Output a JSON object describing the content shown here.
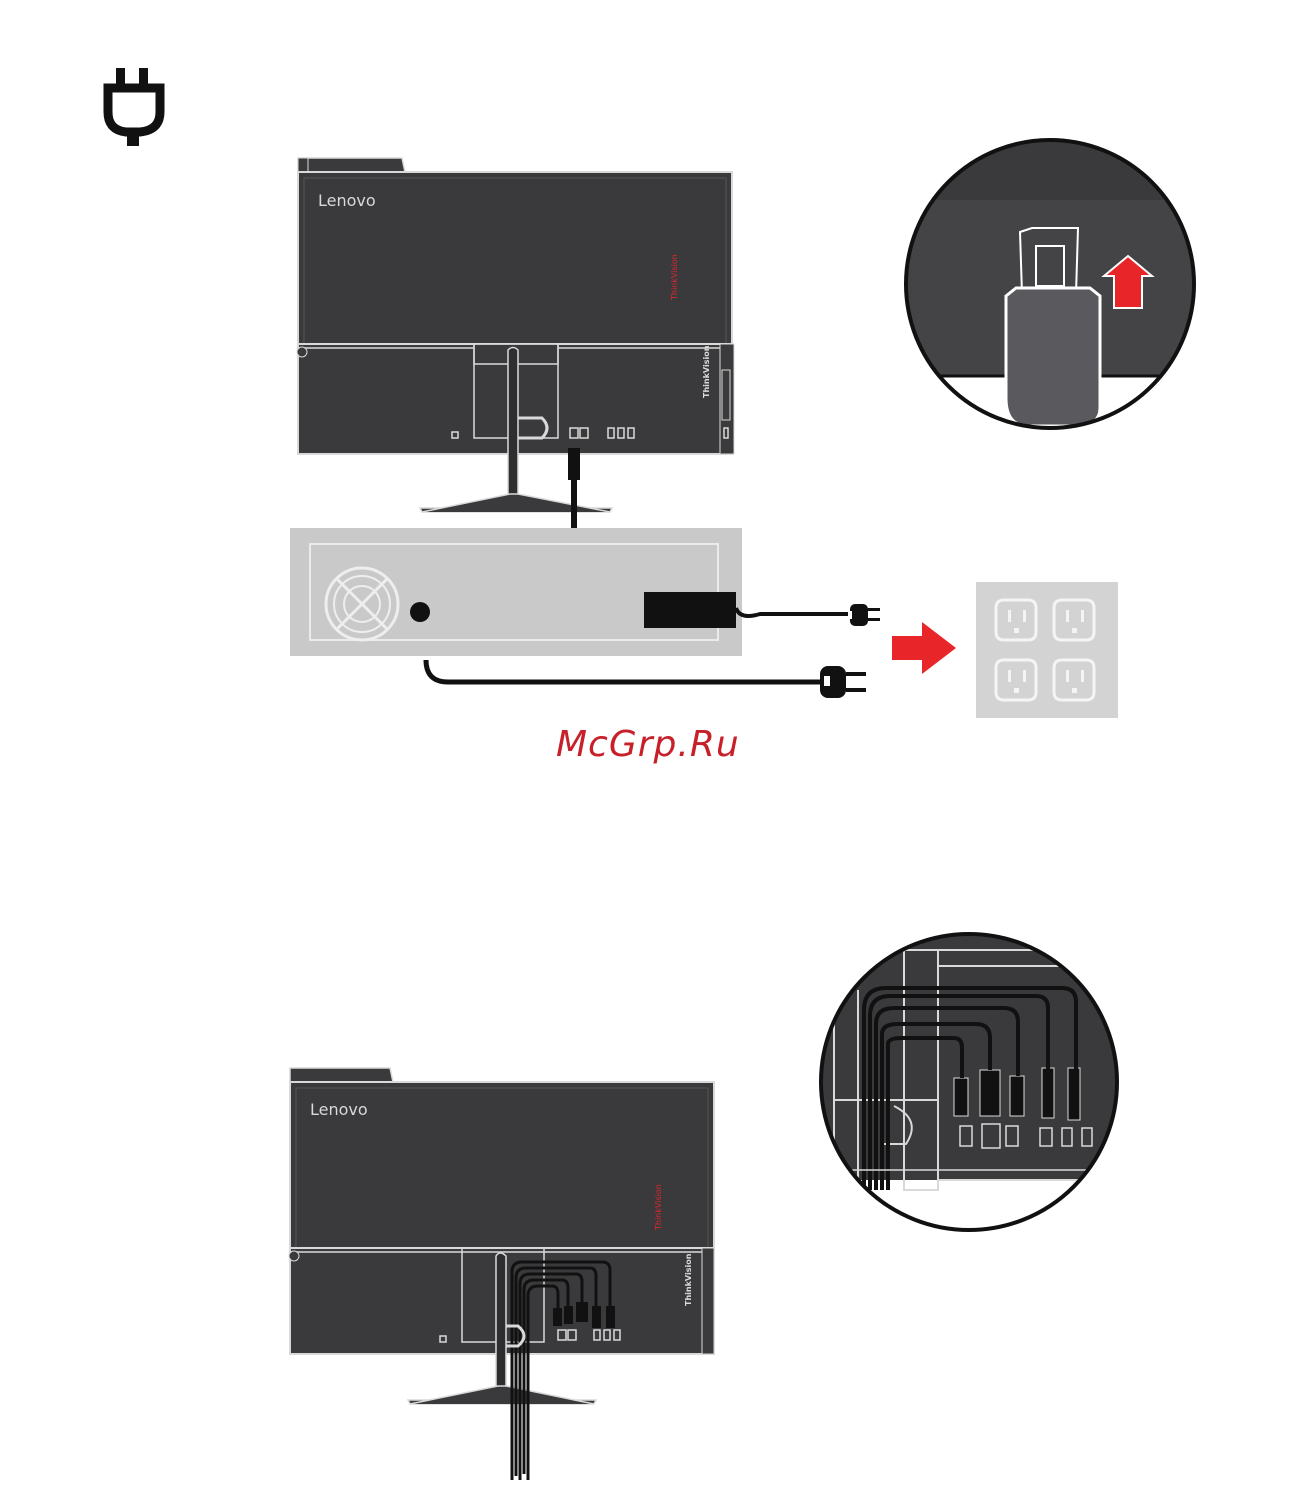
{
  "page": {
    "power_icon": "plug-icon"
  },
  "figure_top": {
    "monitor": {
      "logo_text": "Lenovo",
      "brand_text": "ThinkVision",
      "model_text": "ThinkVision"
    },
    "zoom_inset": {
      "arrow": "up-arrow-icon"
    },
    "outlet_arrow": "right-arrow-icon"
  },
  "watermark": {
    "text": "McGrp.Ru",
    "color": "#c8202a"
  },
  "figure_bottom": {
    "monitor": {
      "logo_text": "Lenovo",
      "brand_text": "ThinkVision",
      "model_text": "ThinkVision"
    }
  },
  "colors": {
    "monitor_body": "#3a3a3d",
    "outline": "#d9d9d9",
    "power_brick": "#c9c9c9",
    "outlet_plate": "#d3d3d3",
    "arrow_red": "#e8262a",
    "cable": "#111111"
  }
}
